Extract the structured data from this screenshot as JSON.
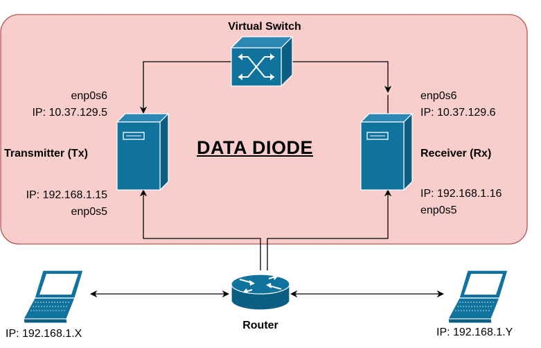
{
  "switch": {
    "label": "Virtual Switch",
    "icon": "switch-icon"
  },
  "title": "DATA DIODE",
  "transmitter": {
    "label": "Transmitter (Tx)",
    "upper_iface": "enp0s6",
    "upper_ip": "IP: 10.37.129.5",
    "lower_ip": "IP: 192.168.1.15",
    "lower_iface": "enp0s5",
    "icon": "server-icon"
  },
  "receiver": {
    "label": "Receiver (Rx)",
    "upper_iface": "enp0s6",
    "upper_ip": "IP: 10.37.129.6",
    "lower_ip": "IP: 192.168.1.16",
    "lower_iface": "enp0s5",
    "icon": "server-icon"
  },
  "router": {
    "label": "Router",
    "icon": "router-icon"
  },
  "left_laptop": {
    "ip": "IP: 192.168.1.X",
    "icon": "laptop-icon"
  },
  "right_laptop": {
    "ip": "IP: 192.168.1.Y",
    "icon": "laptop-icon"
  },
  "colors": {
    "zone_fill": "#f8cecc",
    "zone_stroke": "#b85450",
    "device_blue": "#10739e",
    "line": "#000000"
  }
}
